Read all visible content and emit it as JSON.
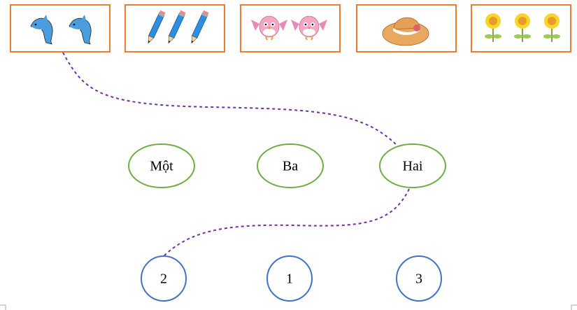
{
  "colors": {
    "box_border": "#ed7d31",
    "oval_border": "#70ad47",
    "circle_border": "#4472c4",
    "connector": "#7030a0"
  },
  "picture_boxes": [
    {
      "icon": "dolphin-icon",
      "count": 2
    },
    {
      "icon": "pencil-icon",
      "count": 3
    },
    {
      "icon": "bird-icon",
      "count": 2
    },
    {
      "icon": "hat-icon",
      "count": 1
    },
    {
      "icon": "sunflower-icon",
      "count": 3
    }
  ],
  "word_ovals": [
    {
      "label": "Một"
    },
    {
      "label": "Ba"
    },
    {
      "label": "Hai"
    }
  ],
  "number_circles": [
    {
      "label": "2"
    },
    {
      "label": "1"
    },
    {
      "label": "3"
    }
  ]
}
